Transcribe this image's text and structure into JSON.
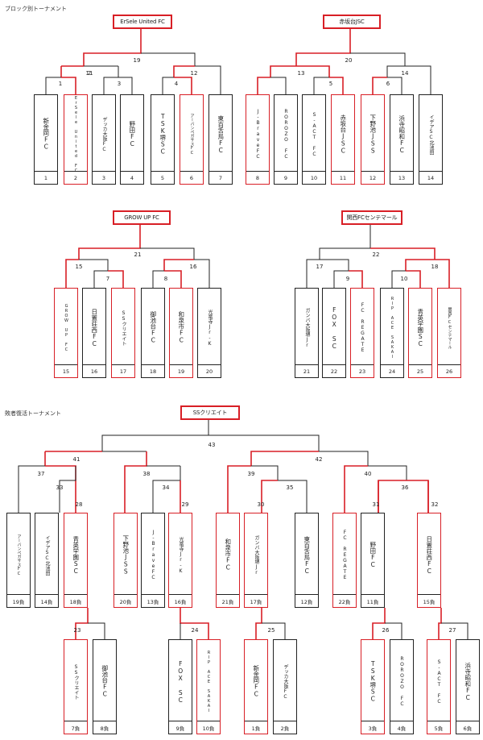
{
  "colors": {
    "winner": "#d81f26",
    "normal": "#222222"
  },
  "titles": {
    "block": "ブロック別トーナメント",
    "consolation": "敗者復活トーナメント"
  },
  "winners": [
    "ErSele United FC",
    "赤坂台JSC",
    "GROW UP FC",
    "関西FCセンテマール",
    "SSクリエイト"
  ],
  "teams": [
    {
      "label": "新金岡FC",
      "no": "1"
    },
    {
      "label": "ErSele United FC",
      "no": "2"
    },
    {
      "label": "デッカ大阪FC",
      "no": "3"
    },
    {
      "label": "野田FC",
      "no": "4"
    },
    {
      "label": "TSK堺SC",
      "no": "5"
    },
    {
      "label": "アーバンペガサスFC",
      "no": "6"
    },
    {
      "label": "東百舌鳥FC",
      "no": "7"
    },
    {
      "label": "J-BraveFC",
      "no": "8"
    },
    {
      "label": "ROROZO FC",
      "no": "9"
    },
    {
      "label": "S-ACT FC",
      "no": "10"
    },
    {
      "label": "赤坂台JSC",
      "no": "11"
    },
    {
      "label": "下野池JSS",
      "no": "12"
    },
    {
      "label": "浜寺昭和FC",
      "no": "13"
    },
    {
      "label": "イデアSC北池田",
      "no": "14"
    },
    {
      "label": "GROW UP FC",
      "no": "15"
    },
    {
      "label": "日置荘西FC",
      "no": "16"
    },
    {
      "label": "SSクリエイト",
      "no": "17"
    },
    {
      "label": "御池台FC",
      "no": "18"
    },
    {
      "label": "和泉市FC",
      "no": "19"
    },
    {
      "label": "光竜寺Jr-K",
      "no": "20"
    },
    {
      "label": "ガンバ大阪堺Jr",
      "no": "21"
    },
    {
      "label": "FOX SC",
      "no": "22"
    },
    {
      "label": "FC REGATE",
      "no": "23"
    },
    {
      "label": "RIP ACE SAKAI",
      "no": "24"
    },
    {
      "label": "青英学園SC",
      "no": "25"
    },
    {
      "label": "関西FCセンテマール",
      "no": "26"
    },
    {
      "label": "アーバンペガサスFC",
      "no": "19負"
    },
    {
      "label": "イデアSC北池田",
      "no": "14負"
    },
    {
      "label": "青英学園SC",
      "no": "18負"
    },
    {
      "label": "下野池JSS",
      "no": "20負"
    },
    {
      "label": "J-BraveFC",
      "no": "13負"
    },
    {
      "label": "光竜寺Jr-K",
      "no": "16負"
    },
    {
      "label": "和泉市FC",
      "no": "21負"
    },
    {
      "label": "ガンバ大阪堺Jr",
      "no": "17負"
    },
    {
      "label": "東百舌鳥FC",
      "no": "12負"
    },
    {
      "label": "FC REGATE",
      "no": "22負"
    },
    {
      "label": "野田FC",
      "no": "11負"
    },
    {
      "label": "日置荘西FC",
      "no": "15負"
    },
    {
      "label": "SSクリエイト",
      "no": "7負"
    },
    {
      "label": "御池台FC",
      "no": "8負"
    },
    {
      "label": "FOX SC",
      "no": "9負"
    },
    {
      "label": "RIP ACE SAKAI",
      "no": "10負"
    },
    {
      "label": "新金岡FC",
      "no": "1負"
    },
    {
      "label": "デッカ大阪FC",
      "no": "2負"
    },
    {
      "label": "TSK堺SC",
      "no": "3負"
    },
    {
      "label": "ROROZO FC",
      "no": "4負"
    },
    {
      "label": "S-ACT FC",
      "no": "5負"
    },
    {
      "label": "浜寺昭和FC",
      "no": "6負"
    }
  ],
  "matches": [
    "1",
    "2",
    "3",
    "4",
    "5",
    "6",
    "7",
    "8",
    "9",
    "10",
    "11",
    "12",
    "13",
    "14",
    "15",
    "16",
    "17",
    "18",
    "19",
    "20",
    "21",
    "22",
    "23",
    "24",
    "25",
    "26",
    "27",
    "28",
    "29",
    "30",
    "31",
    "32",
    "33",
    "34",
    "35",
    "36",
    "37",
    "38",
    "39",
    "40",
    "41",
    "42",
    "43"
  ]
}
